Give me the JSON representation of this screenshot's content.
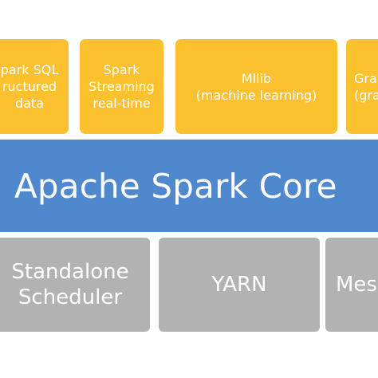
{
  "libraries": {
    "spark_sql": {
      "line1": "park SQL",
      "line2": "ructured",
      "line3": "data"
    },
    "spark_streaming": {
      "line1": "Spark",
      "line2": "Streaming",
      "line3": "real-time"
    },
    "mllib": {
      "line1": "Mllib",
      "line2": "(machine learning)"
    },
    "graphx": {
      "line1": "Grap",
      "line2": "(gra"
    }
  },
  "core": {
    "label": "Apache Spark Core"
  },
  "cluster_managers": {
    "standalone": {
      "line1": "Standalone",
      "line2": "Scheduler"
    },
    "yarn": {
      "line1": "YARN"
    },
    "mesos": {
      "line1": "Mes"
    }
  },
  "colors": {
    "library_box": "#fbc12e",
    "core_bar": "#5088ce",
    "manager_box": "#b2b2b2",
    "text": "#ffffff"
  }
}
